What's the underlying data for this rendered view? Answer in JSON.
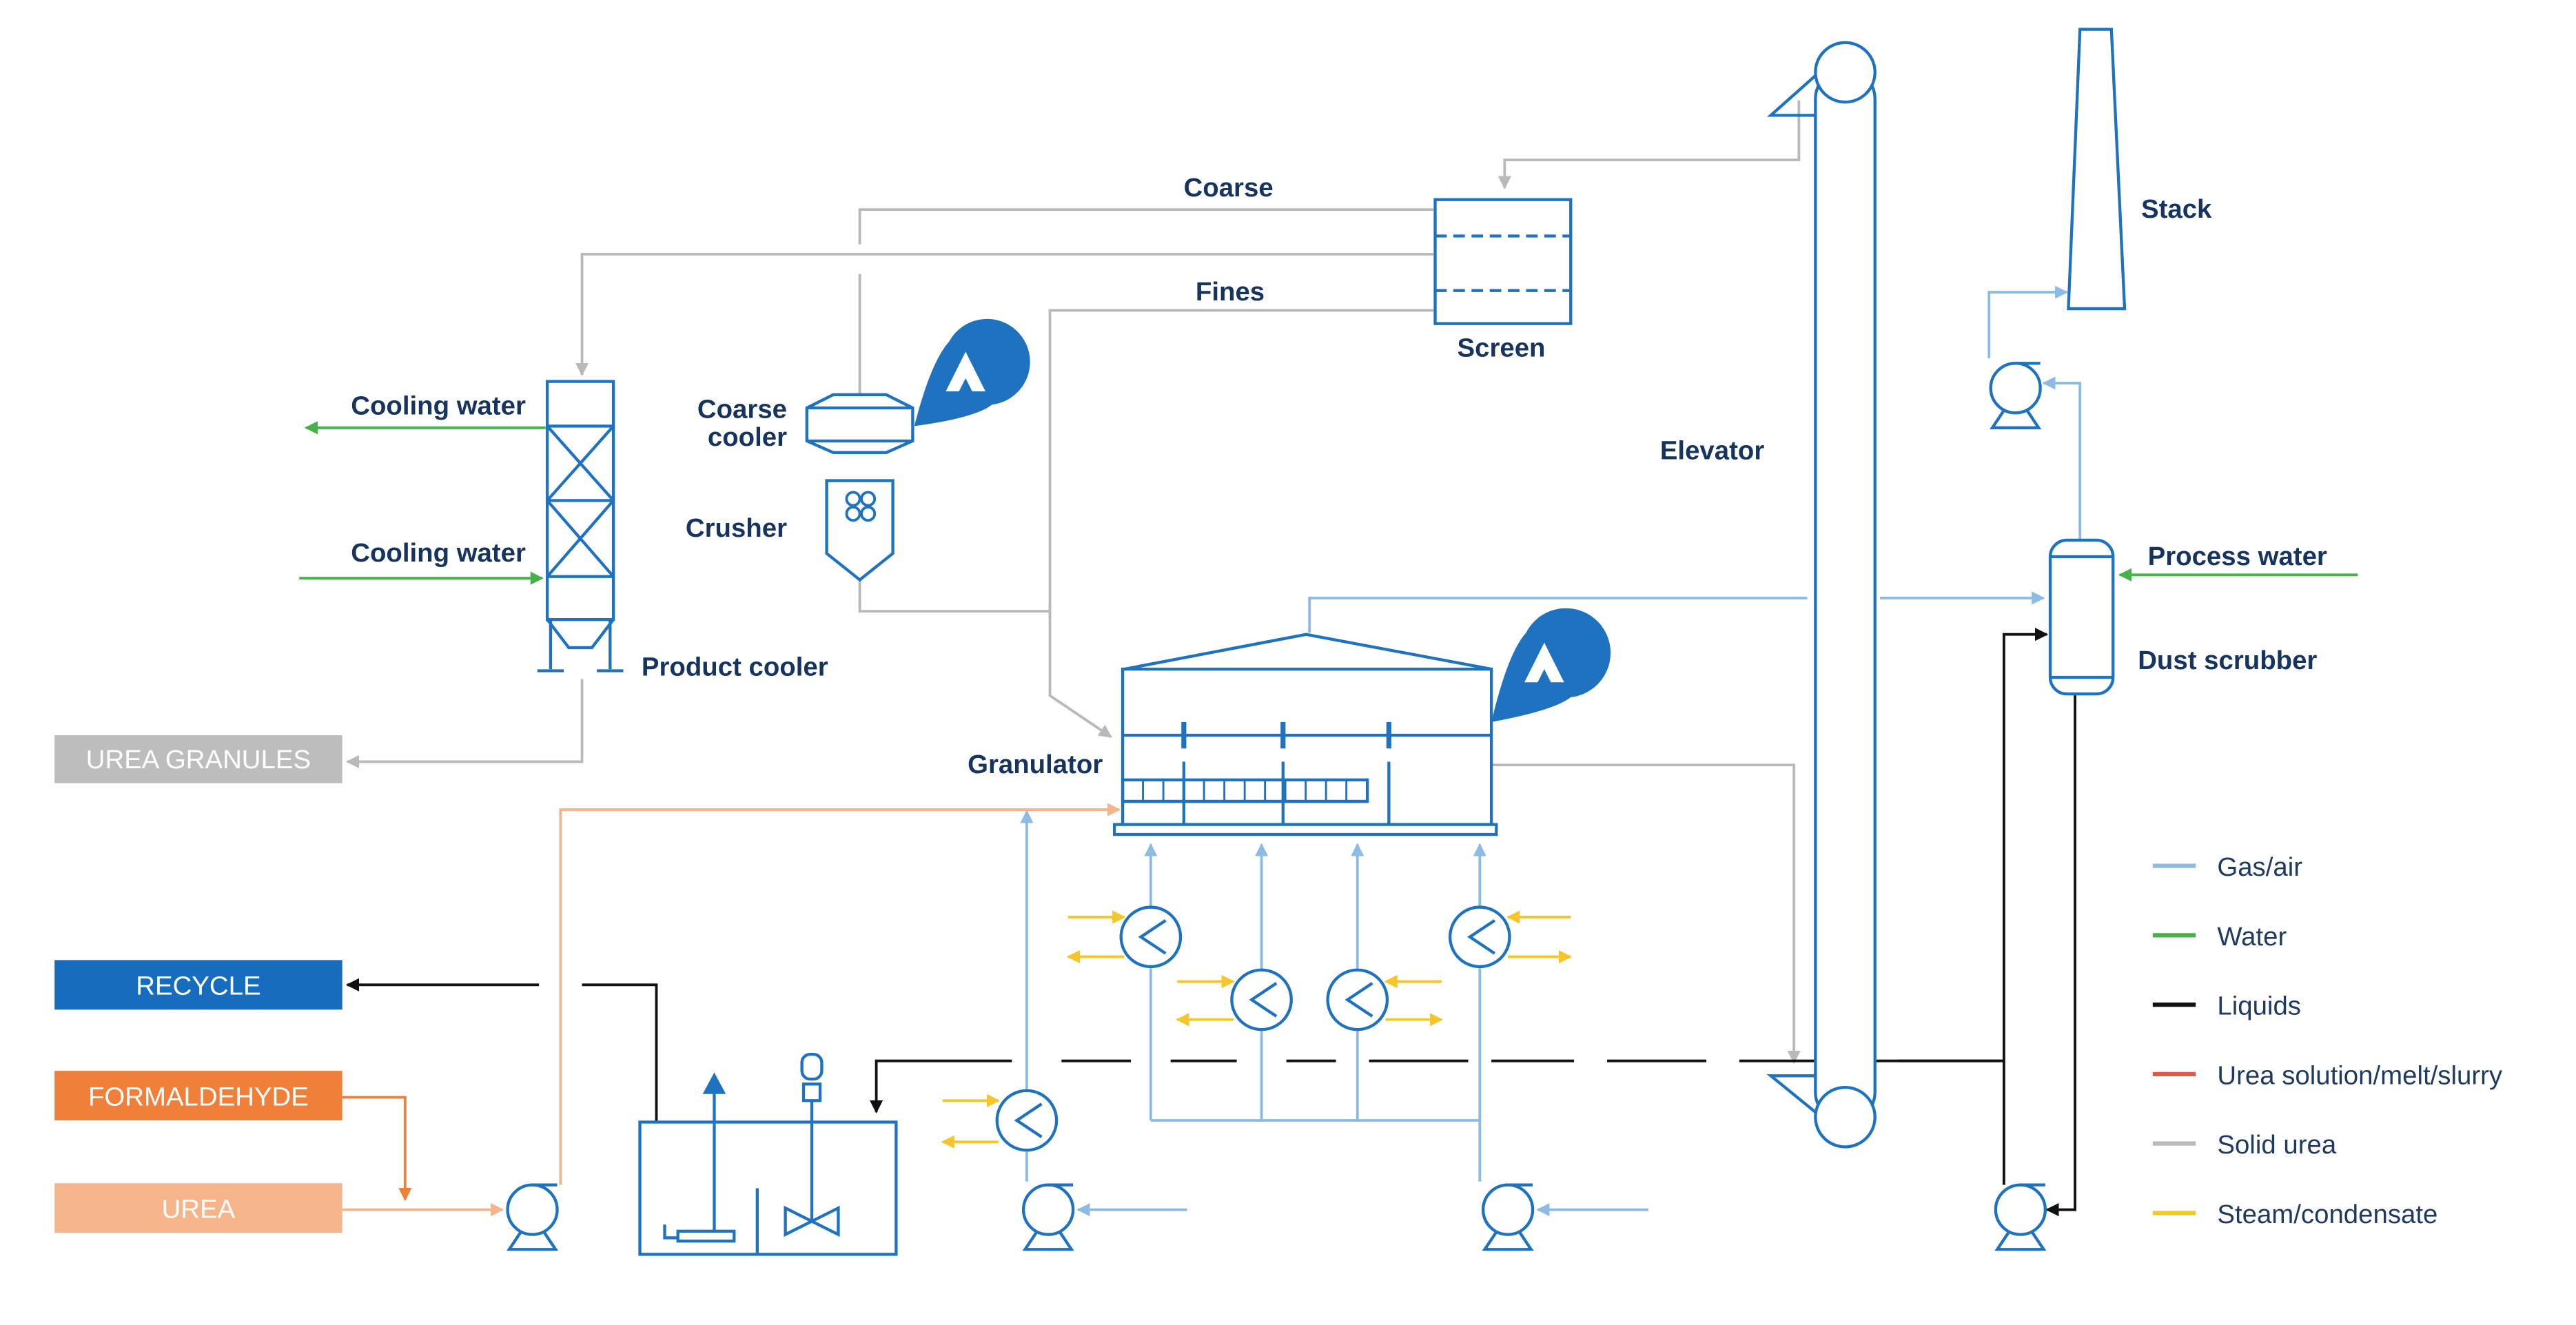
{
  "colors": {
    "equipment": "#1e72c0",
    "gas": "#8dbbe3",
    "water": "#46b14b",
    "liquid": "#111111",
    "urea_solution": "#e8524a",
    "solid_urea": "#b9b9b9",
    "steam": "#f5c52a",
    "orange_dark": "#f07f39",
    "orange_light": "#f6b48a",
    "recycle_box": "#176dbd",
    "urea_granules_box": "#bdbdbd",
    "label_text": "#16345e"
  },
  "labels": {
    "coarse": "Coarse",
    "fines": "Fines",
    "screen": "Screen",
    "stack": "Stack",
    "elevator": "Elevator",
    "coarse_cooler_1": "Coarse",
    "coarse_cooler_2": "cooler",
    "crusher": "Crusher",
    "cooling_water_out": "Cooling water",
    "cooling_water_in": "Cooling water",
    "product_cooler": "Product cooler",
    "granulator": "Granulator",
    "process_water": "Process water",
    "dust_scrubber": "Dust scrubber"
  },
  "streams": {
    "urea_granules": "UREA GRANULES",
    "recycle": "RECYCLE",
    "formaldehyde": "FORMALDEHYDE",
    "urea": "UREA"
  },
  "legend": [
    {
      "label": "Gas/air",
      "color_key": "gas"
    },
    {
      "label": "Water",
      "color_key": "water"
    },
    {
      "label": "Liquids",
      "color_key": "liquid"
    },
    {
      "label": "Urea solution/melt/slurry",
      "color_key": "urea_solution"
    },
    {
      "label": "Solid urea",
      "color_key": "solid_urea"
    },
    {
      "label": "Steam/condensate",
      "color_key": "steam"
    }
  ],
  "icons": [
    "brand-logo-icon",
    "pump-icon",
    "heat-exchanger-icon",
    "agitator-icon",
    "valve-icon"
  ]
}
